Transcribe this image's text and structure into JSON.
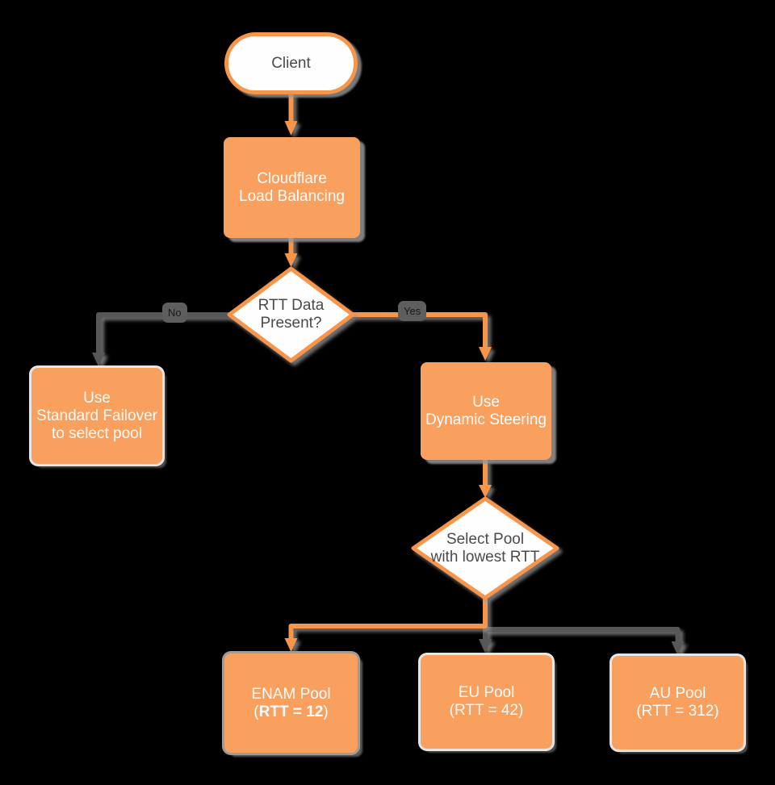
{
  "diagram": {
    "background": "#000000",
    "colors": {
      "node_fill": "#F9A05F",
      "node_stroke": "#F7964B",
      "connector_orange": "#F7964B",
      "connector_gray": "#575757",
      "node_text": "#FCFCFC",
      "decision_text": "#4A4A4A"
    },
    "nodes": {
      "client": {
        "label": "Client"
      },
      "cloudflare": {
        "line1": "Cloudflare",
        "line2": "Load Balancing"
      },
      "rtt_decision": {
        "line1": "RTT Data",
        "line2": "Present?"
      },
      "standard_failover": {
        "line1": "Use",
        "line2": "Standard Failover",
        "line3": "to select pool"
      },
      "dynamic_steering": {
        "line1": "Use",
        "line2": "Dynamic Steering"
      },
      "select_pool": {
        "line1": "Select Pool",
        "line2": "with lowest RTT"
      },
      "enam_pool": {
        "line1": "ENAM Pool",
        "line2_open": "(",
        "line2_bold": "RTT = 12",
        "line2_close": ")"
      },
      "eu_pool": {
        "line1": "EU Pool",
        "line2": "(RTT = 42)"
      },
      "au_pool": {
        "line1": "AU Pool",
        "line2": "(RTT = 312)"
      }
    },
    "edge_labels": {
      "no": "No",
      "yes": "Yes"
    }
  }
}
